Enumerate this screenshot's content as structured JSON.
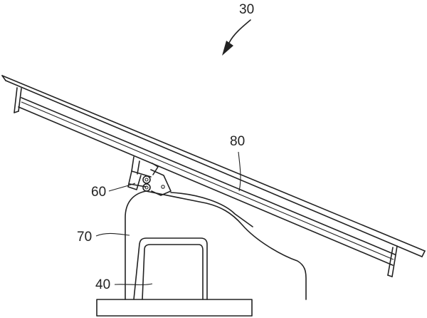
{
  "diagram": {
    "labels": {
      "assembly": "30",
      "panel": "80",
      "hinge": "60",
      "stand": "70",
      "block": "40"
    }
  }
}
